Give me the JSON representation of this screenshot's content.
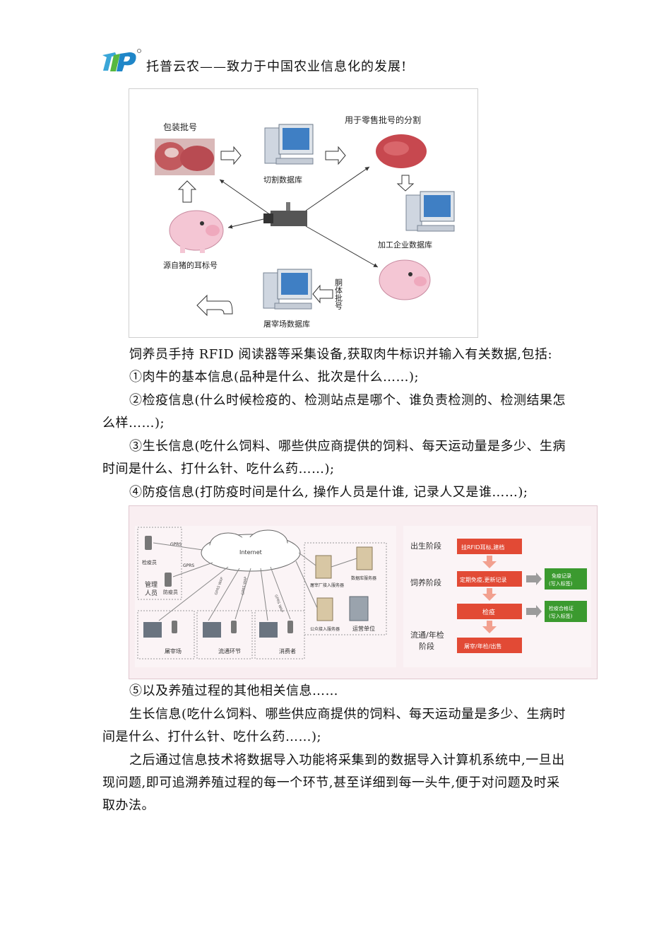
{
  "header": {
    "title": "托普云农——致力于中国农业信息化的发展!"
  },
  "figure1": {
    "labels": {
      "packaging": "包装批号",
      "retail": "用于零售批号的分割",
      "cutting_db": "切割数据库",
      "processing_db": "加工企业数据库",
      "source_pig": "源自猪的耳标号",
      "carcass": "胴体批号",
      "slaughter_db": "屠宰场数据库"
    }
  },
  "paragraphs": {
    "p1": "饲养员手持 RFID 阅读器等采集设备,获取肉牛标识并输入有关数据,包括:",
    "p2": "①肉牛的基本信息(品种是什么、批次是什么……);",
    "p3": "②检疫信息(什么时候检疫的、检测站点是哪个、谁负责检测的、检测结果怎么样……);",
    "p4": "③生长信息(吃什么饲料、哪些供应商提供的饲料、每天运动量是多少、生病时间是什么、打什么针、吃什么药……);",
    "p5": "④防疫信息(打防疫时间是什么, 操作人员是什谁, 记录人又是谁……);",
    "p6": "⑤以及养殖过程的其他相关信息……",
    "p7": "生长信息(吃什么饲料、哪些供应商提供的饲料、每天运动量是多少、生病时间是什么、打什么针、吃什么药……);",
    "p8": "之后通过信息技术将数据导入功能将采集到的数据导入计算机系统中,一旦出现问题,即可追溯养殖过程的每一个环节,甚至详细到每一头牛,便于对问题及时采取办法。"
  },
  "figure2": {
    "network": {
      "internet": "Internet",
      "gprs1": "GPRS",
      "gprs2": "GPRS",
      "inspector": "检疫员",
      "management": "管理\n人员",
      "epidemic": "防疫员",
      "slaughter_server": "屠宰厂接入服务器",
      "db_server": "数据库服务器",
      "public_server": "公众接入服务器",
      "operator": "运营单位",
      "slaughterhouse": "屠宰场",
      "circulation": "流通环节",
      "consumer": "消费者",
      "link1": "GPRS WAP",
      "link2": "GPRS WAP",
      "link3": "GPRS WAP"
    },
    "process": {
      "stage_birth": "出生阶段",
      "stage_feeding": "饲养阶段",
      "stage_circulation": "流通/年检\n阶段",
      "step1": "挂RFID耳标,建档",
      "step2": "定期免疫,更新记录",
      "step3": "检疫",
      "step4": "屠宰/年检/出售",
      "out1": "免疫记录\n(写入标签)",
      "out2": "检疫合格证\n(写入标签)"
    }
  },
  "colors": {
    "arrow_red": "#e8533b",
    "process_red": "#e24a35",
    "out_green": "#3b9a2f",
    "figure2_bg": "#f9eef1"
  }
}
